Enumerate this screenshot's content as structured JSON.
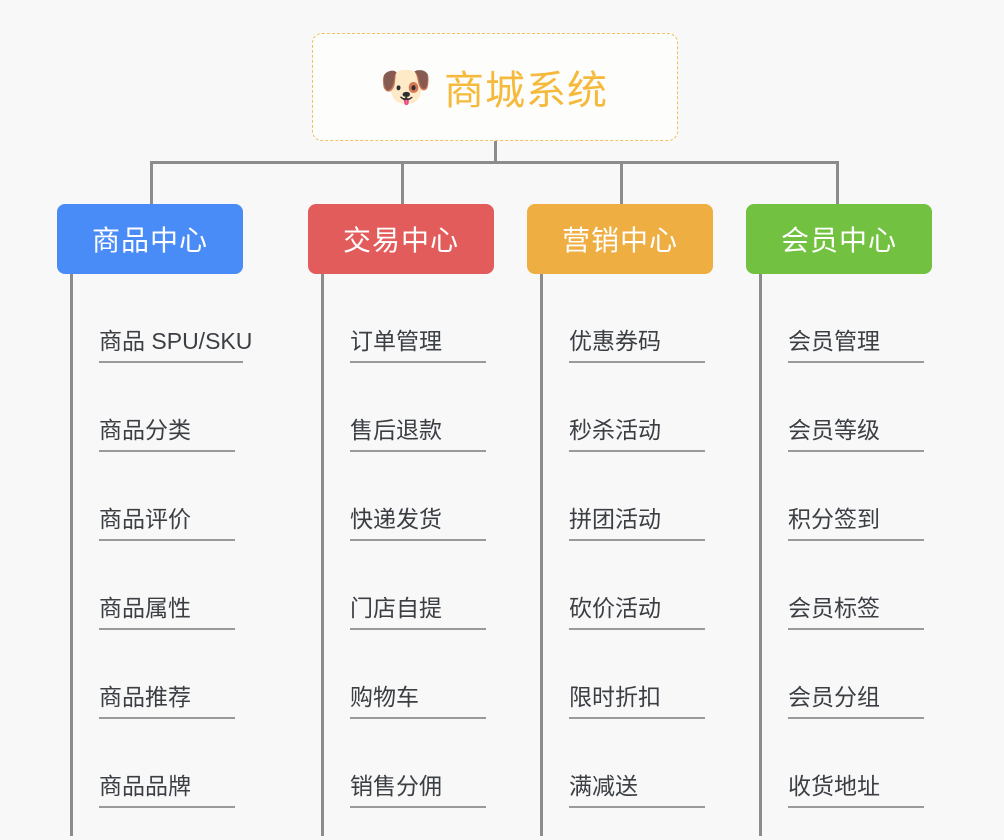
{
  "root": {
    "icon": "shiba-dog-face-icon",
    "emoji": "🐶",
    "title": "商城系统",
    "color": "#f5b93c",
    "border_color": "#f0c060"
  },
  "branches": [
    {
      "title": "商品中心",
      "color": "#4a8cf7",
      "items": [
        "商品 SPU/SKU",
        "商品分类",
        "商品评价",
        "商品属性",
        "商品推荐",
        "商品品牌"
      ]
    },
    {
      "title": "交易中心",
      "color": "#e25c5c",
      "items": [
        "订单管理",
        "售后退款",
        "快递发货",
        "门店自提",
        "购物车",
        "销售分佣"
      ]
    },
    {
      "title": "营销中心",
      "color": "#eeae41",
      "items": [
        "优惠券码",
        "秒杀活动",
        "拼团活动",
        "砍价活动",
        "限时折扣",
        "满减送"
      ]
    },
    {
      "title": "会员中心",
      "color": "#72c140",
      "items": [
        "会员管理",
        "会员等级",
        "积分签到",
        "会员标签",
        "会员分组",
        "收货地址"
      ]
    }
  ],
  "layout": {
    "background": "#f8f8f8",
    "connector_color": "#8c8c8c",
    "leaf_text_color": "#3b3f44",
    "leaf_underline_color": "#9a9a9a",
    "branch_lefts": [
      57,
      308,
      527,
      746
    ]
  }
}
